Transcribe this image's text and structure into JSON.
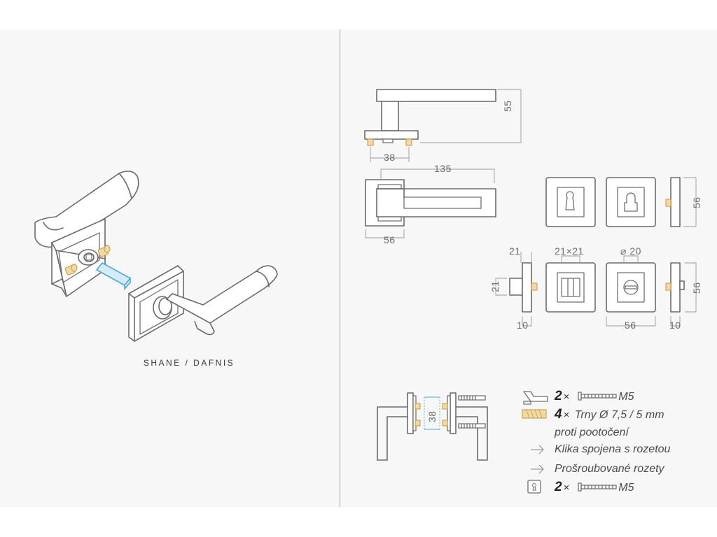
{
  "product": {
    "name": "SHANE / DAFNIS"
  },
  "dimensions": {
    "handle_height": "55",
    "rose_pin_spacing": "38",
    "lever_length": "135",
    "rose_size_top": "56",
    "rose_height_right": "56",
    "wc_knob_height": "21",
    "wc_knob_depth": "21",
    "wc_square": "21×21",
    "wc_diameter": "⌀ 20",
    "wc_rose_size": "56",
    "wc_rose_height": "56",
    "depth_left": "10",
    "depth_right": "10",
    "pin_spacing_install": "38"
  },
  "legend": [
    {
      "count": "2",
      "times": "×",
      "text": "M5",
      "icon": "lever-screw-icon"
    },
    {
      "count": "4",
      "times": "×",
      "text": "Trny Ø 7,5 / 5 mm",
      "icon": "pin-icon"
    },
    {
      "count": "",
      "times": "",
      "text": "proti pootočení",
      "icon": ""
    },
    {
      "count": "",
      "times": "",
      "text": "Klika spojena s rozetou",
      "icon": "arrow-icon"
    },
    {
      "count": "",
      "times": "",
      "text": "Prošroubované rozety",
      "icon": "arrow-icon"
    },
    {
      "count": "2",
      "times": "×",
      "text": "M5",
      "icon": "escutcheon-screw-icon"
    }
  ],
  "colors": {
    "line": "#6a6a6a",
    "brass": "#c8973a",
    "spindle": "#4aa7dc",
    "panel": "#f7f7f7"
  }
}
